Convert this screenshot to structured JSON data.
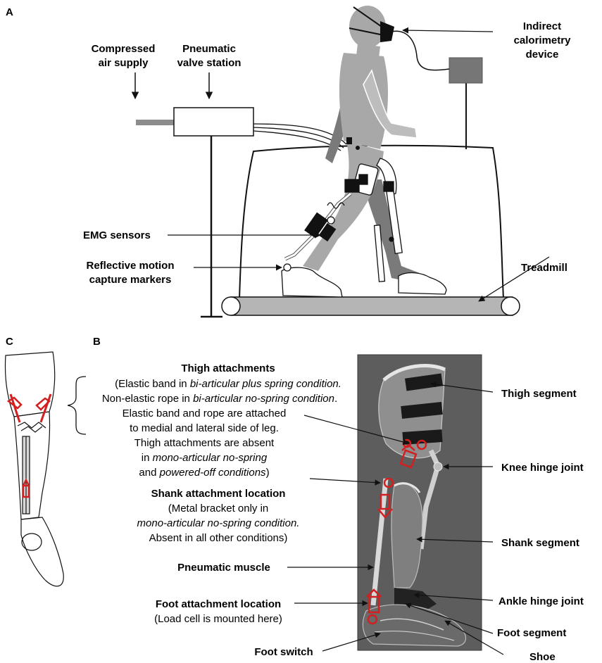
{
  "panels": {
    "a": "A",
    "b": "B",
    "c": "C"
  },
  "panel_a": {
    "compressed_air": [
      "Compressed",
      "air supply"
    ],
    "valve_station": [
      "Pneumatic",
      "valve station"
    ],
    "calorimetry": [
      "Indirect",
      "calorimetry",
      "device"
    ],
    "emg": "EMG sensors",
    "markers": [
      "Reflective motion",
      "capture markers"
    ],
    "treadmill": "Treadmill"
  },
  "panel_b": {
    "thigh_attachments": {
      "title": "Thigh attachments",
      "l1a": "(Elastic band in ",
      "l1b": "bi-articular plus spring condition.",
      "l2a": "Non-elastic rope in ",
      "l2b": "bi-articular no-spring condition",
      "l2c": ".",
      "l3": "Elastic band and rope are attached",
      "l4": "to medial and lateral side of leg.",
      "l5": "Thigh attachments are absent",
      "l6a": "in ",
      "l6b": "mono-articular no-spring",
      "l7a": "and ",
      "l7b": "powered-off conditions",
      "l7c": ")"
    },
    "shank_attachment": {
      "title": "Shank attachment location",
      "l1": "(Metal bracket only in",
      "l2": "mono-articular no-spring condition.",
      "l3": "Absent in all other conditions)"
    },
    "pneumatic_muscle": "Pneumatic muscle",
    "foot_attachment": {
      "title": "Foot attachment location",
      "sub": "(Load cell is mounted here)"
    },
    "foot_switch": "Foot switch",
    "thigh_segment": "Thigh segment",
    "knee_hinge": "Knee hinge joint",
    "shank_segment": "Shank segment",
    "ankle_hinge": "Ankle hinge joint",
    "foot_segment": "Foot segment",
    "shoe": "Shoe"
  },
  "colors": {
    "attachment_red": "#d21f1f",
    "body_gray": "#a8a8a8",
    "dark_gray": "#6e6e6e",
    "photo_bg": "#5d5d5d"
  }
}
